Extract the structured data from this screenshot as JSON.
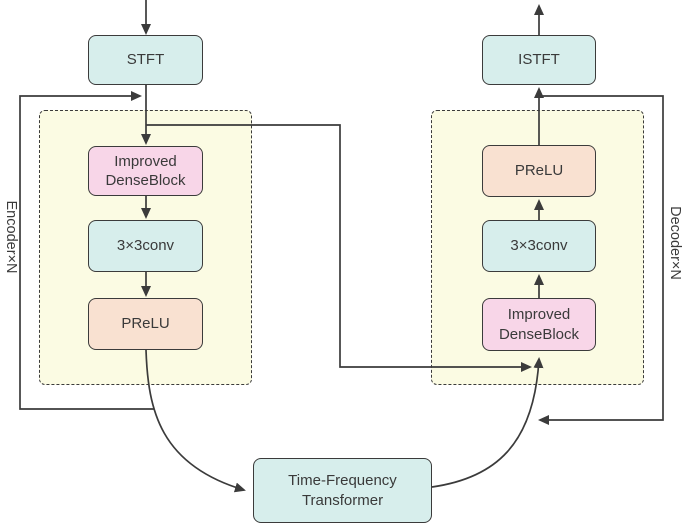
{
  "colors": {
    "bg": "#ffffff",
    "stroke": "#3b3b3b",
    "text": "#3a3a3a",
    "cyan": "#d7eeec",
    "pink": "#f8d6e8",
    "peach": "#f9e1d1",
    "yellow": "#fbfbe3"
  },
  "nodes": {
    "stft": {
      "label": "STFT"
    },
    "istft": {
      "label": "ISTFT"
    },
    "encoder": {
      "side_label": "Encoder×N",
      "blocks": [
        {
          "line1": "Improved",
          "line2": "DenseBlock"
        },
        {
          "line1": "3×3conv"
        },
        {
          "line1": "PReLU"
        }
      ]
    },
    "decoder": {
      "side_label": "Decoder×N",
      "blocks": [
        {
          "line1": "PReLU"
        },
        {
          "line1": "3×3conv"
        },
        {
          "line1": "Improved",
          "line2": "DenseBlock"
        }
      ]
    },
    "transformer": {
      "line1": "Time-Frequency",
      "line2": "Transformer"
    }
  }
}
